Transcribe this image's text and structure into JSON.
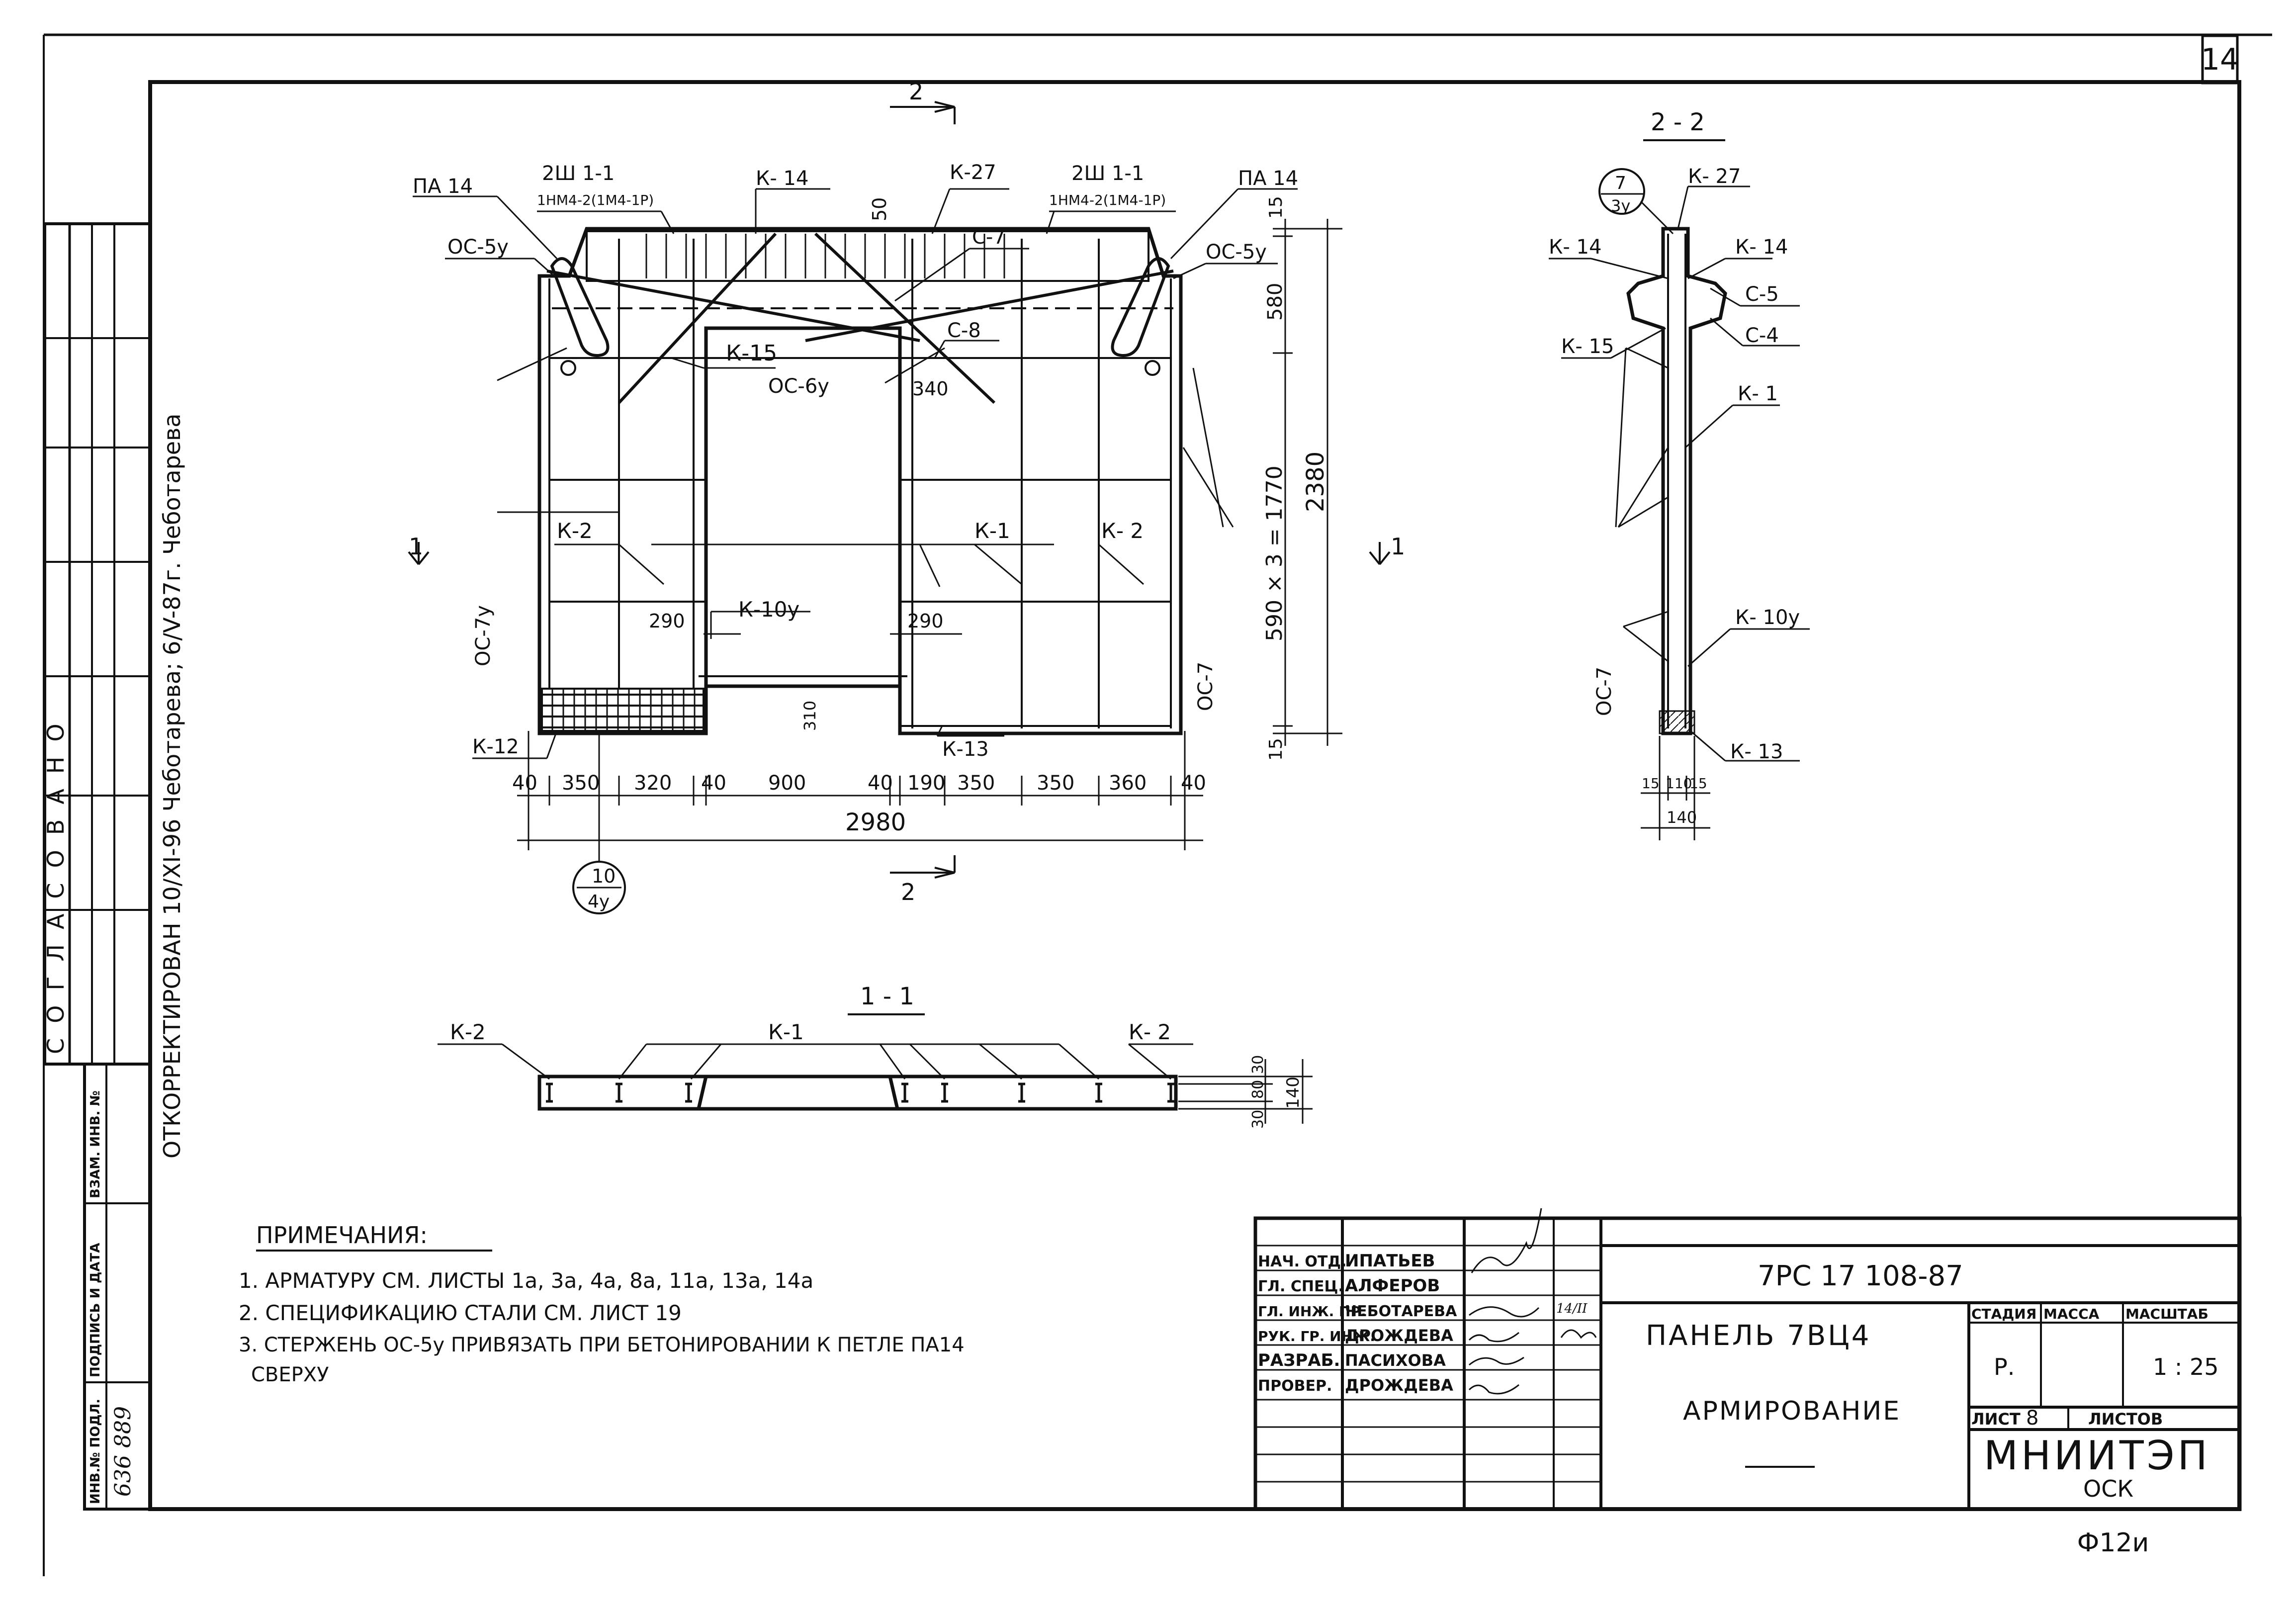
{
  "sheet_number": "14",
  "sheet_code_bottom": "Ф12и",
  "side_strip": {
    "agreed": "СОГЛАСОВАНО",
    "corrected_note": "ОТКОРРЕКТИРОВАН 10/XI-96 Чеботарева; 6/V-87г. Чеботарева",
    "inv_label": "ИНВ.№ ПОДЛ.",
    "sign_label": "ПОДПИСЬ И ДАТА",
    "replace_label": "ВЗАМ. ИНВ. №",
    "inv_value": "636 889"
  },
  "plan": {
    "cut_top": "2",
    "cut_bottom": "2",
    "cut_left": "1",
    "cut_right": "1",
    "labels": {
      "pa14_left": "ПА 14",
      "pa14_right": "ПА 14",
      "sh_left_1": "2Ш 1-1",
      "sh_left_2": "1НМ4-2(1М4-1Р)",
      "sh_right_1": "2Ш 1-1",
      "sh_right_2": "1НМ4-2(1М4-1Р)",
      "k14": "К- 14",
      "k27": "К-27",
      "dim50": "50",
      "os5y_left": "ОС-5у",
      "os5y_right": "ОС-5у",
      "c7": "С-7",
      "c8": "С-8",
      "k15": "К-15",
      "os6y": "ОС-6у",
      "dim340": "340",
      "os7y": "ОС-7у",
      "k2_left": "К-2",
      "k1": "К-1",
      "k2_right": "К- 2",
      "dim290_left": "290",
      "k10y": "К-10у",
      "dim290_right": "290",
      "os7": "ОС-7",
      "dim310": "310",
      "k12": "К-12",
      "k13": "К-13",
      "mark_10": "10",
      "mark_4y": "4у"
    },
    "bottom_dims": [
      "40",
      "350",
      "320",
      "40",
      "900",
      "40",
      "190",
      "350",
      "350",
      "360",
      "40"
    ],
    "overall_width": "2980",
    "right_dims": {
      "top15": "15",
      "d580": "580",
      "d1770": "590 × 3 = 1770",
      "bottom15": "15",
      "overall_height": "2380"
    }
  },
  "section_22": {
    "title": "2 - 2",
    "mark_7": "7",
    "mark_3y": "3у",
    "k27": "К- 27",
    "k14_left": "К- 14",
    "k14_right": "К- 14",
    "c5": "С-5",
    "c4": "С-4",
    "k15": "К- 15",
    "k1": "К- 1",
    "k10y": "К- 10у",
    "os7": "ОС-7",
    "k13": "К- 13",
    "dims": [
      "15",
      "110",
      "15"
    ],
    "overall": "140"
  },
  "section_11": {
    "title": "1 - 1",
    "k2_left": "К-2",
    "k1": "К-1",
    "k2_right": "К- 2",
    "dims_left": [
      "30",
      "80",
      "30"
    ],
    "dim_right": "140"
  },
  "notes": {
    "heading": "ПРИМЕЧАНИЯ:",
    "items": [
      "1. АРМАТУРУ СМ.   ЛИСТЫ   1а, 3а, 4а, 8а, 11а, 13а, 14а",
      "2. СПЕЦИФИКАЦИЮ   СТАЛИ   СМ.   ЛИСТ 19",
      "3. СТЕРЖЕНЬ ОС-5у ПРИВЯЗАТЬ ПРИ   БЕТОНИРОВАНИИ К ПЕТЛЕ ПА14",
      "СВЕРХУ"
    ]
  },
  "title_block": {
    "roles": [
      "НАЧ. ОТД.",
      "ГЛ. СПЕЦ.",
      "ГЛ. ИНЖ. ПР.",
      "РУК. ГР. ИНЖ.",
      "РАЗРАБ.",
      "ПРОВЕР."
    ],
    "names": [
      "ИПАТЬЕВ",
      "АЛФЕРОВ",
      "ЧЕБОТАРЕВА",
      "ДРОЖДЕВА",
      "ПАСИХОВА",
      "ДРОЖДЕВА"
    ],
    "signature_date": "14/II",
    "code": "7РС 17 108-87",
    "title_line1": "ПАНЕЛЬ 7ВЦ4",
    "title_line2": "АРМИРОВАНИЕ",
    "stage_label": "СТАДИЯ",
    "mass_label": "МАССА",
    "scale_label": "МАСШТАБ",
    "stage_value": "Р.",
    "scale_value": "1 : 25",
    "sheet_label": "ЛИСТ",
    "sheet_value": "8",
    "sheets_label": "ЛИСТОВ",
    "org": "МНИИТЭП",
    "org_sub": "ОСК"
  }
}
